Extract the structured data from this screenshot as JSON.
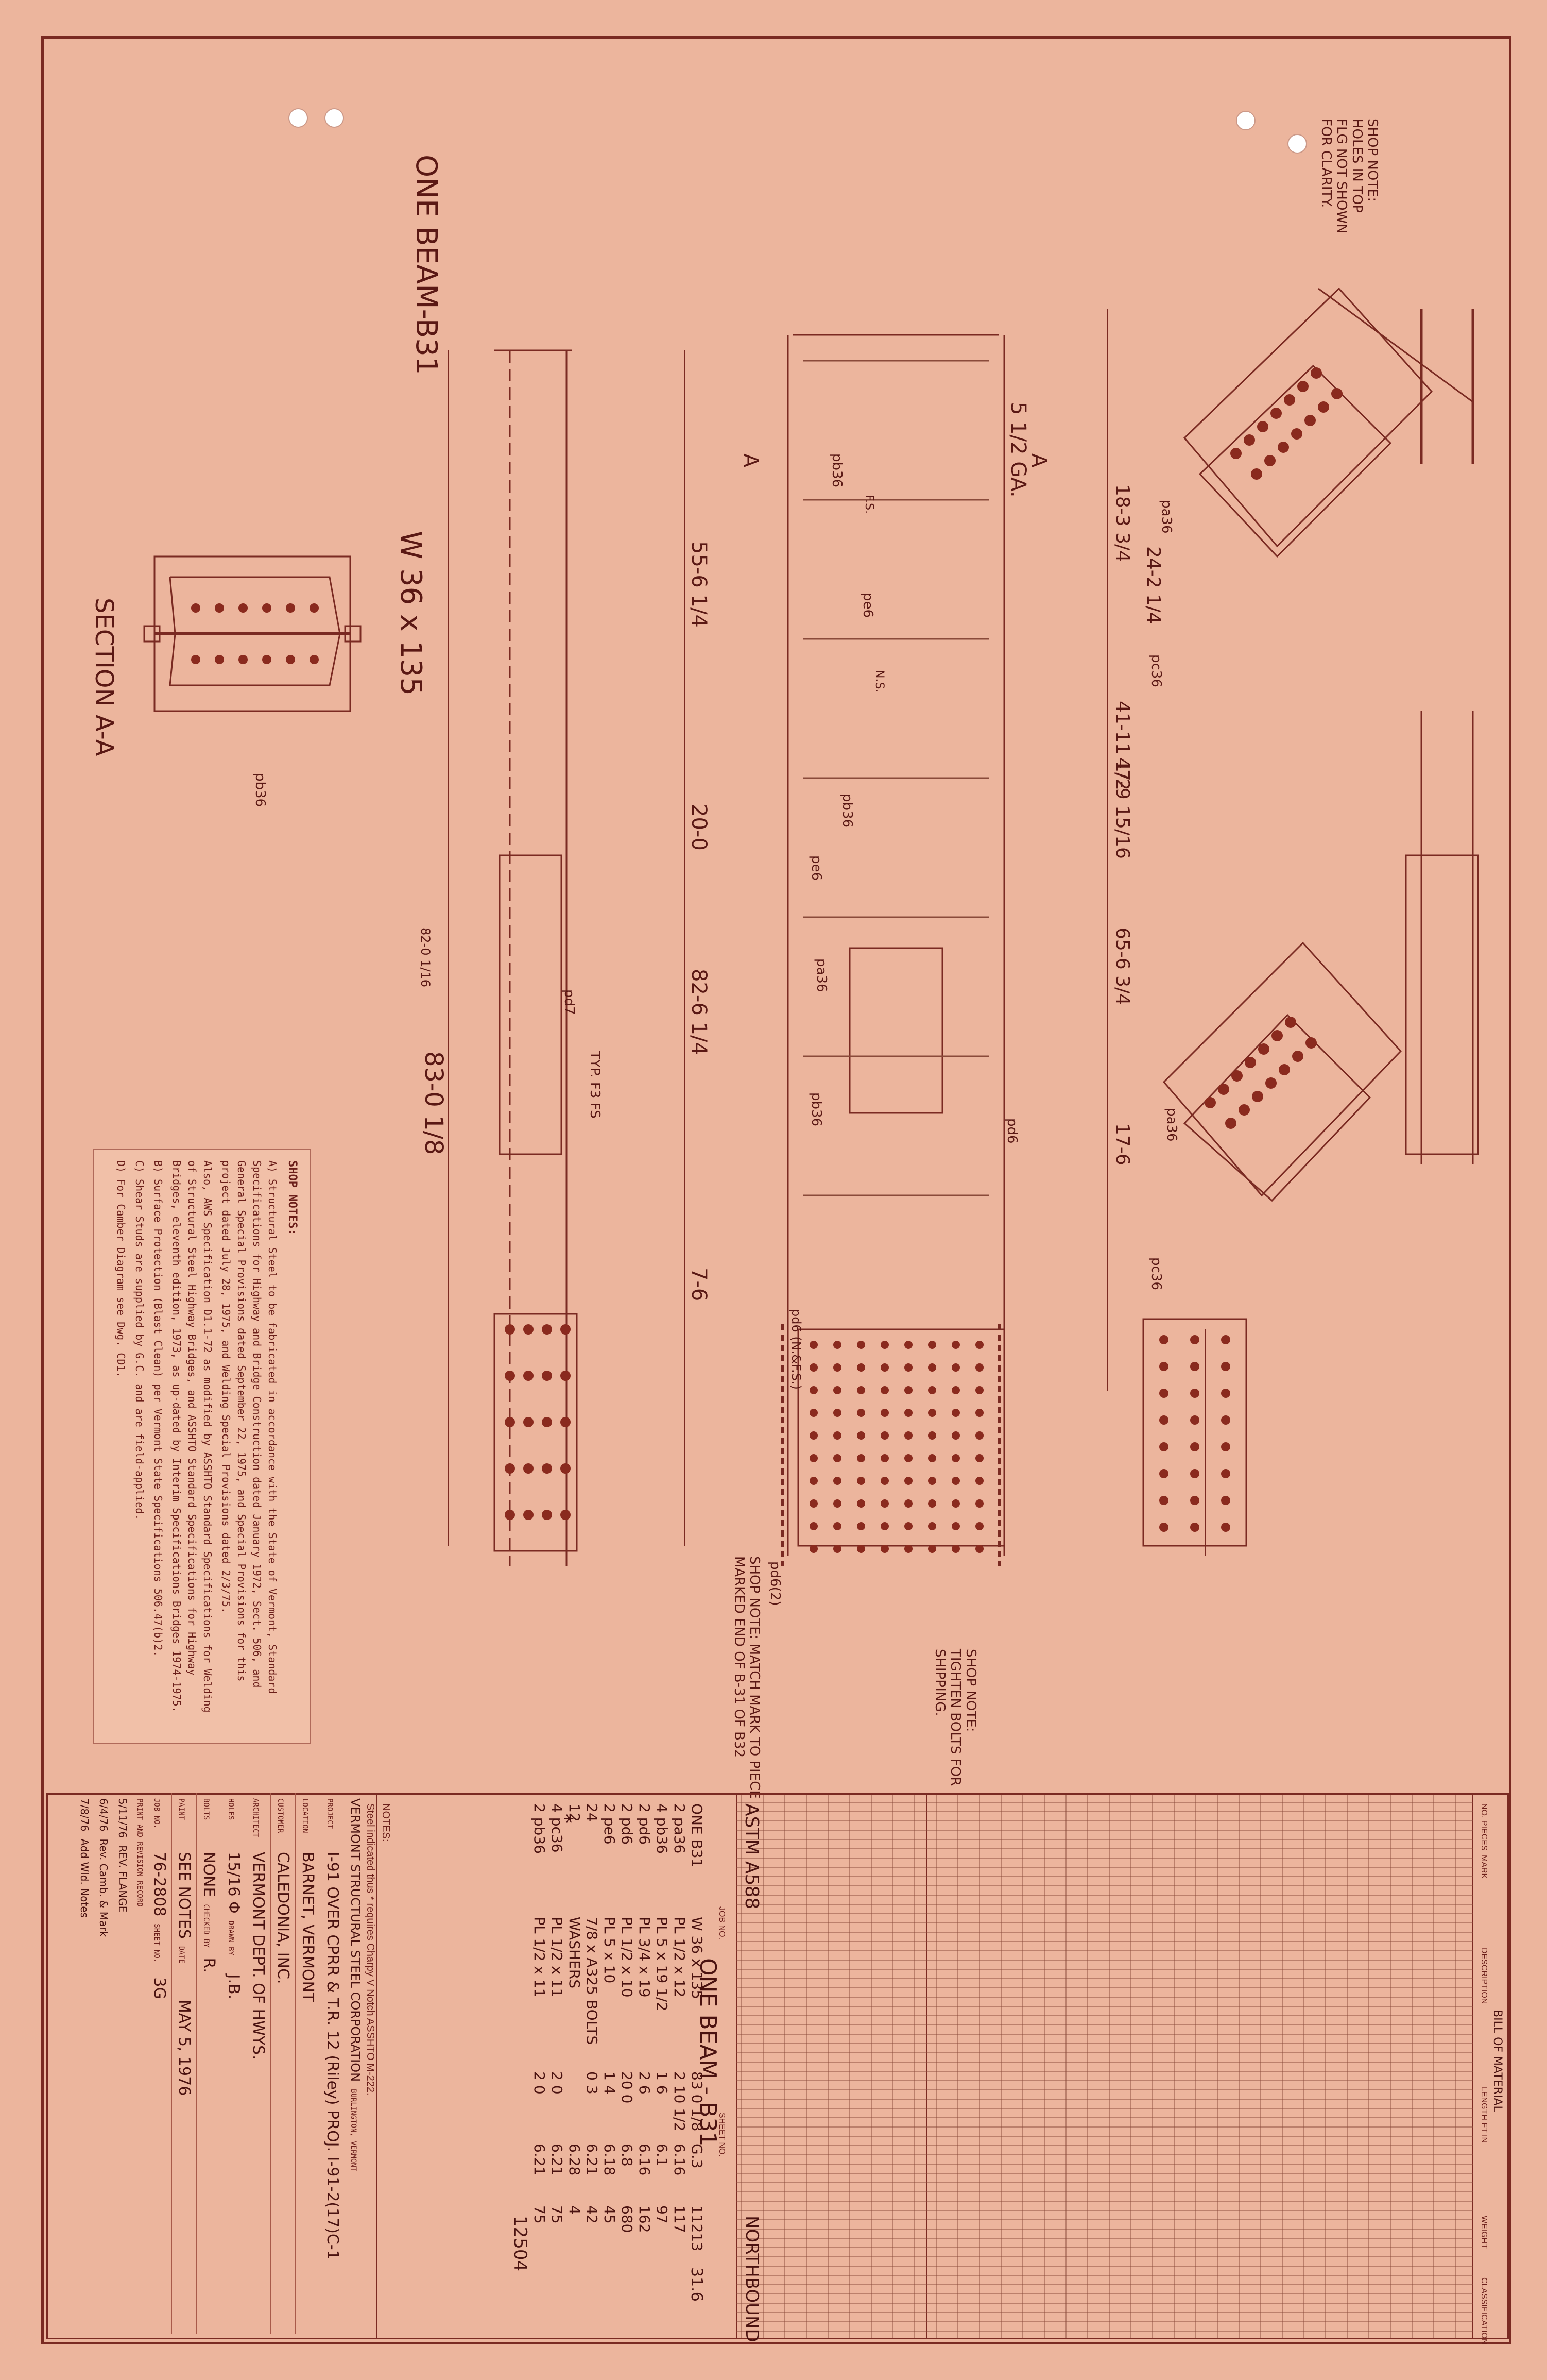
{
  "drawing": {
    "beam_title": "ONE BEAM-B31",
    "section_title": "SECTION A-A",
    "beam_size": "W 36 x 135",
    "dims": {
      "d1": "55-6 1/4",
      "d2": "82-6 1/4",
      "d3": "83-0 1/8",
      "d4": "20-0",
      "d5": "7-6",
      "d6": "41-11 1/2",
      "d7": "47-9 15/16",
      "d8": "65-6 3/4",
      "d9": "17-6",
      "d10": "18-3 3/4",
      "d11": "24-2 1/4",
      "d12": "82-0 1/16",
      "gauge": "5 1/2 GA."
    },
    "pieces": [
      "pa36",
      "pb36",
      "pc36",
      "pd6",
      "pe6",
      "pd7",
      "pd6(2)",
      "pd6 (N.&F.S.)"
    ],
    "section_marks": [
      "A",
      "A"
    ],
    "shop_note_top": "SHOP NOTE: HOLES IN TOP FLG NOT SHOWN FOR CLARITY.",
    "shop_note_bolts": "SHOP NOTE: TIGHTEN BOLTS FOR SHIPPING.",
    "shop_note_match": "SHOP NOTE: MATCH MARK TO PIECE MARKED END OF B-31 OF B32",
    "weld_note": "TYP. F3 FS",
    "ns_fs": [
      "N.S.",
      "F.S."
    ]
  },
  "shop_notes": {
    "heading": "SHOP NOTES:",
    "a": "A) Structural Steel to be fabricated in accordance with the State of Vermont, Standard Specifications for Highway and Bridge Construction dated January 1972, Sect. 506, and General Special Provisions dated September 22, 1975, and Special Provisions for this project dated July 28, 1975, and Welding Special Provisions dated 2/3/75.",
    "a2": "Also, AWS Specification D1.1-72 as modified by ASSHTO Standard Specifications for Welding of Structural Steel Highway Bridges, and ASSHTO Standard Specifications for Highway Bridges, eleventh edition, 1973, as up-dated by Interim Specifications Bridges 1974-1975.",
    "b": "B) Surface Protection (Blast Clean) per Vermont State Specifications 506.47(b)2.",
    "c": "C) Shear Studs are supplied by G.C. and are field-applied.",
    "d": "D) For Camber Diagram see Dwg. CD1."
  },
  "bom": {
    "title": "BILL OF MATERIAL",
    "col_headers": [
      "NO. PIECES",
      "MARK",
      "DESCRIPTION",
      "LENGTH FT IN",
      "WEIGHT",
      "CLASSIFICATION"
    ],
    "job_no_label": "JOB NO.",
    "sheet_no_label": "SHEET NO.",
    "spec": "ASTM A588",
    "bom_title_handwritten": "ONE BEAM - B31",
    "direction": "NORTHBOUND",
    "rows": [
      {
        "mark": "ONE B31",
        "desc": "W 36 x 135",
        "len": "83 0 1/8",
        "cls": "G.3",
        "wt": "11213"
      },
      {
        "mark": "2 pa36",
        "desc": "PL 1/2 x 12",
        "len": "2 10 1/2",
        "cls": "6.16",
        "wt": "117"
      },
      {
        "mark": "4 pb36",
        "desc": "PL 5 x 19 1/2",
        "len": "1 6",
        "cls": "6.1",
        "wt": "97"
      },
      {
        "mark": "2 pd6",
        "desc": "PL 3/4 x 19",
        "len": "2 6",
        "cls": "6.16",
        "wt": "162"
      },
      {
        "mark": "2 pd6",
        "desc": "PL 1/2 x 10",
        "len": "20 0",
        "cls": "6.8",
        "wt": "680"
      },
      {
        "mark": "2 pe6",
        "desc": "PL 5 x 10",
        "len": "1 4",
        "cls": "6.18",
        "wt": "45"
      },
      {
        "mark": "24",
        "desc": "7/8 x A325 BOLTS",
        "len": "0 3",
        "cls": "6.21",
        "wt": "42"
      },
      {
        "mark": "12",
        "desc": "WASHERS",
        "len": "",
        "cls": "6.28",
        "wt": "4"
      },
      {
        "mark": "4 pc36",
        "desc": "PL 1/2 x 11",
        "len": "2 0",
        "cls": "6.21",
        "wt": "75"
      },
      {
        "mark": "2 pb36",
        "desc": "PL 1/2 x 11",
        "len": "2 0",
        "cls": "6.21",
        "wt": "75"
      }
    ],
    "total": "12504",
    "sub_total": "31.6",
    "note_label": "NOTES:",
    "note": "Steel indicated thus * requires Charpy V Notch ASSHTO M-222."
  },
  "title_block": {
    "company": "VERMONT STRUCTURAL STEEL CORPORATION",
    "city": "BURLINGTON, VERMONT",
    "rev_label": "PRINT AND REVISION RECORD",
    "project_label": "PROJECT",
    "project": "I-91 OVER CPRR & T.R. 12 (Riley) PROJ. I-91-2(17)C-1",
    "location_label": "LOCATION",
    "location": "BARNET, VERMONT",
    "customer_label": "CUSTOMER",
    "customer": "CALEDONIA, INC.",
    "architect_label": "ARCHITECT",
    "architect": "VERMONT DEPT. OF HWYS.",
    "holes_label": "HOLES",
    "holes": "15/16 Φ",
    "drawn_label": "DRAWN BY",
    "drawn": "J.B.",
    "bolts_label": "BOLTS",
    "bolts": "NONE",
    "checked_label": "CHECKED BY",
    "checked": "R.",
    "paint_label": "PAINT",
    "paint": "SEE NOTES",
    "date_label": "DATE",
    "date": "MAY 5, 1976",
    "job_label": "JOB NO.",
    "job": "76-2808",
    "sheet_label": "SHEET NO.",
    "sheet": "3G",
    "revisions": [
      {
        "date": "5/11/76",
        "note": "REV. FLANGE"
      },
      {
        "date": "6/4/76",
        "note": "Rev. Camb. & Mark"
      },
      {
        "date": "7/8/76",
        "note": "Add Wld. Notes"
      }
    ]
  }
}
